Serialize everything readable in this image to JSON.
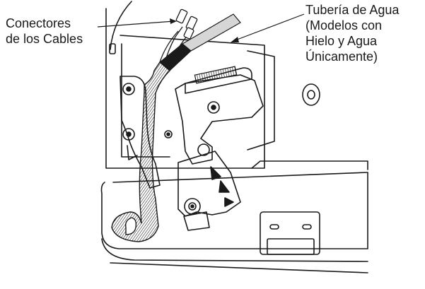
{
  "labels": {
    "cable_connectors": [
      "Conectores",
      "de los Cables"
    ],
    "water_line": [
      "Tubería de Agua",
      "(Modelos con",
      "Hielo y Agua",
      "Únicamente)"
    ]
  },
  "colors": {
    "line": "#1a1a1a",
    "background": "#ffffff",
    "shade": "#cfcfcf"
  }
}
